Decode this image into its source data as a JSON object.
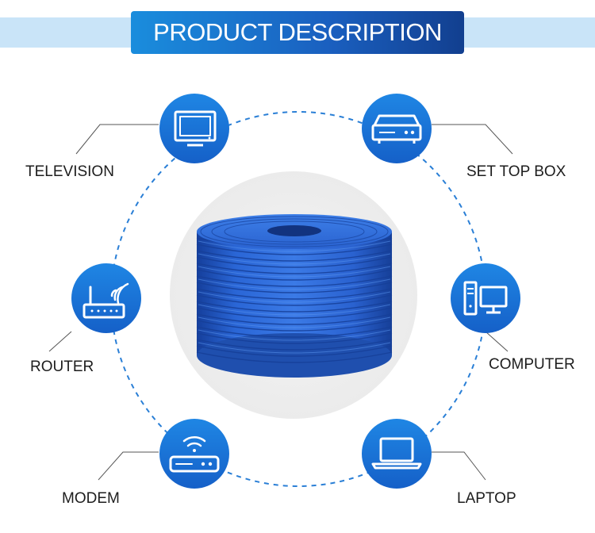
{
  "header": {
    "title": "PRODUCT DESCRIPTION"
  },
  "devices": [
    {
      "label": "TELEVISION",
      "icon": "television-icon"
    },
    {
      "label": "SET TOP BOX",
      "icon": "set-top-box-icon"
    },
    {
      "label": "ROUTER",
      "icon": "router-icon"
    },
    {
      "label": "COMPUTER",
      "icon": "computer-icon"
    },
    {
      "label": "MODEM",
      "icon": "modem-icon"
    },
    {
      "label": "LAPTOP",
      "icon": "laptop-icon"
    }
  ],
  "colors": {
    "accent": "#1a6fd8",
    "header_band": "#c9e4f8",
    "cable": "#2a62d0",
    "dash_ring": "#2a7fd6"
  }
}
